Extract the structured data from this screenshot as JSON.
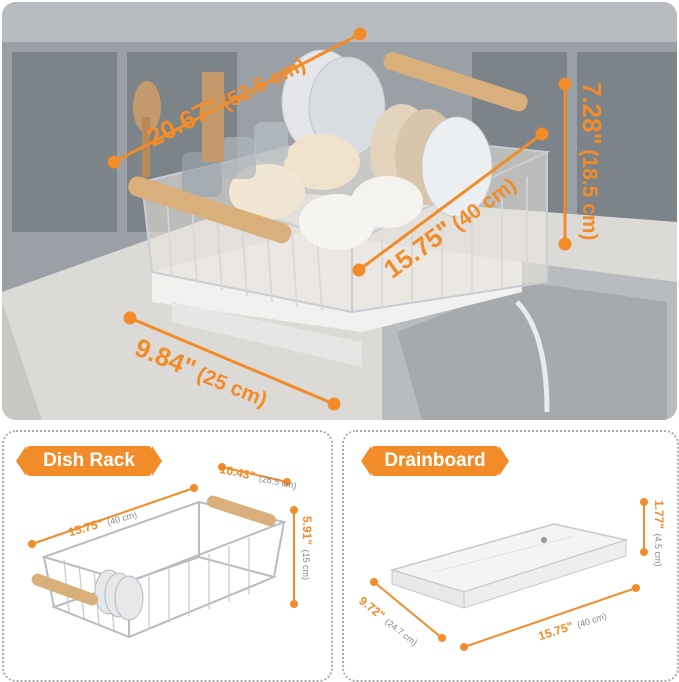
{
  "top": {
    "width_label": "20.67\"",
    "width_metric": "(52.5 cm)",
    "height_label": "7.28\"",
    "height_metric": "(18.5 cm)",
    "depth_label": "15.75\"",
    "depth_metric": "(40 cm)",
    "base_label": "9.84\"",
    "base_metric": "(25 cm)"
  },
  "dish_rack": {
    "title": "Dish Rack",
    "depth_label": "10.43\"",
    "depth_metric": "(26.5 cm)",
    "width_label": "15.75\"",
    "width_metric": "(40 cm)",
    "height_label": "5.91\"",
    "height_metric": "(15 cm)"
  },
  "drainboard": {
    "title": "Drainboard",
    "height_label": "1.77\"",
    "height_metric": "(4.5 cm)",
    "depth_label": "9.72\"",
    "depth_metric": "(24.7 cm)",
    "width_label": "15.75\"",
    "width_metric": "(40 cm)"
  },
  "colors": {
    "accent": "#f28c28",
    "wood": "#d9b07c",
    "steel": "#c9cdd2",
    "counter": "#d7d6d2"
  }
}
